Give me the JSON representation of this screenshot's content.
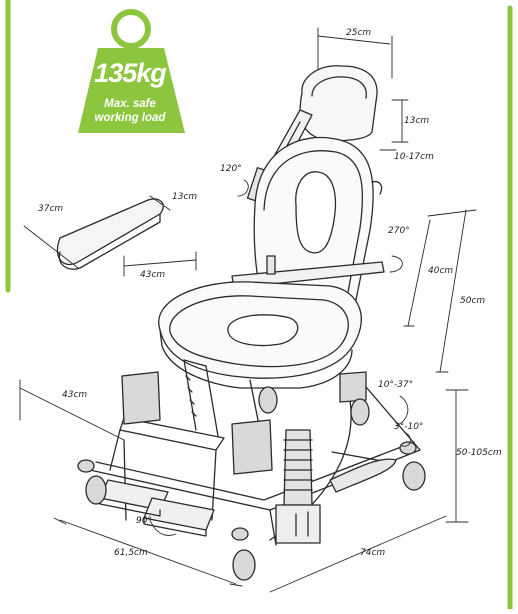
{
  "badge": {
    "weight": "135kg",
    "line1": "Max. safe",
    "line2": "working load",
    "color": "#8cc63f"
  },
  "dimensions": {
    "headrest_width": "25cm",
    "headrest_height": "13cm",
    "headrest_adjust": "10-17cm",
    "headrest_tilt": "120°",
    "armrest_rotation": "270°",
    "armrest_height": "40cm",
    "backrest_height": "50cm",
    "footrest_length": "37cm",
    "footrest_width": "13cm",
    "seat_width": "43cm",
    "seat_depth": "43cm",
    "tilt_range": "10°-37°",
    "tilt_range_2": "3°-10°",
    "total_height": "50-105cm",
    "footplate_angle": "90°",
    "base_width": "61,5cm",
    "base_length": "74cm"
  },
  "colors": {
    "accent": "#8cc63f",
    "line": "#2b2b2b"
  }
}
